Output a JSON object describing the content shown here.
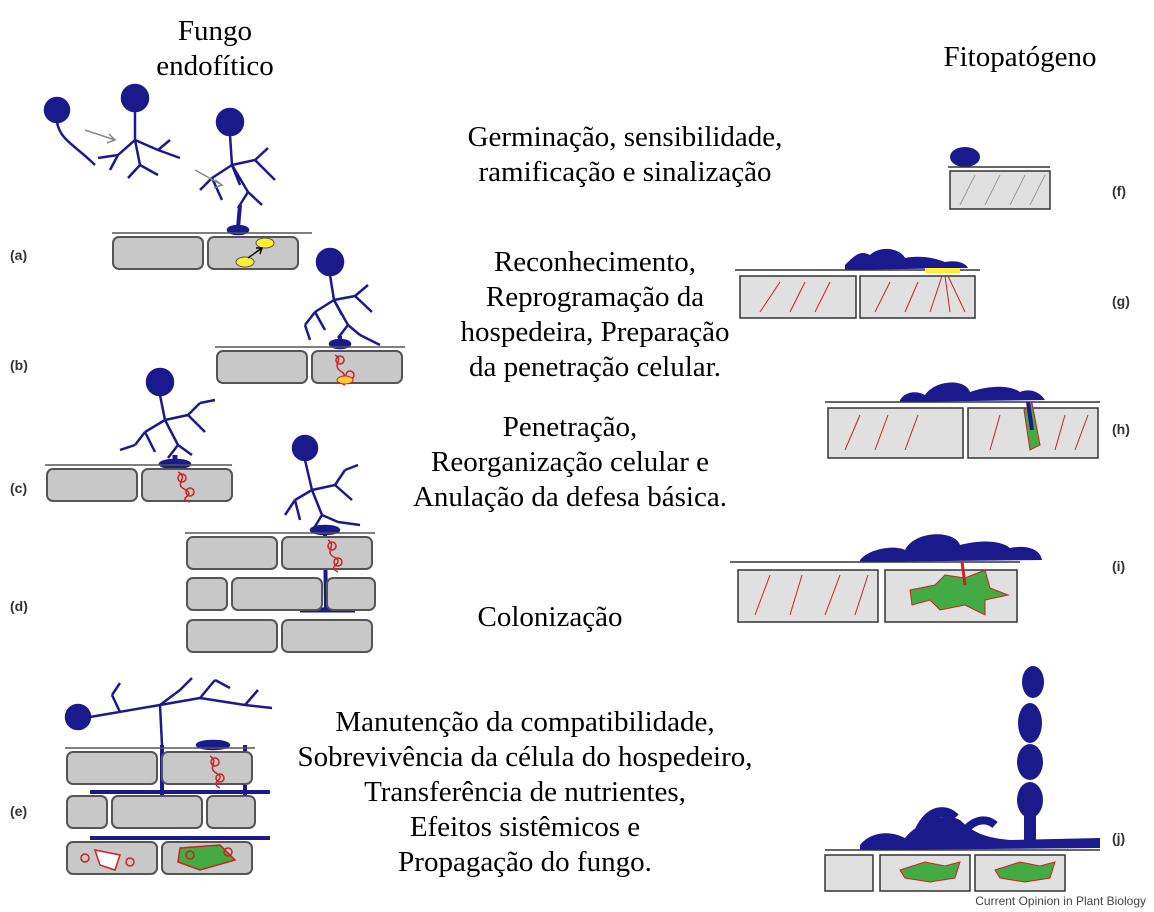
{
  "headers": {
    "left": "Fungo\nendofítico",
    "right": "Fitopatógeno"
  },
  "stages": [
    {
      "left_label": "(a)",
      "right_label": "(f)",
      "text": "Germinação, sensibilidade,\nramificação e sinalização"
    },
    {
      "left_label": "(b)",
      "right_label": "(g)",
      "text": "Reconhecimento,\nReprogramação da\nhospedeira, Preparação\nda penetração celular."
    },
    {
      "left_label": "(c)",
      "right_label": "(h)",
      "text": "Penetração,\nReorganização celular e\nAnulação da defesa básica."
    },
    {
      "left_label": "(d)",
      "right_label": "(i)",
      "text": "Colonização"
    },
    {
      "left_label": "(e)",
      "right_label": "(j)",
      "text": "Manutenção da compatibilidade,\nSobrevivência da célula do hospedeiro,\nTransferência de nutrientes,\nEfeitos sistêmicos e\nPropagação do fungo."
    }
  ],
  "credit": "Current Opinion in Plant Biology",
  "colors": {
    "fungus": "#1a1a8c",
    "cell_fill": "#c8c8c8",
    "cell_stroke": "#555555",
    "red": "#cc2222",
    "green": "#44aa44",
    "yellow": "#ffee33"
  }
}
